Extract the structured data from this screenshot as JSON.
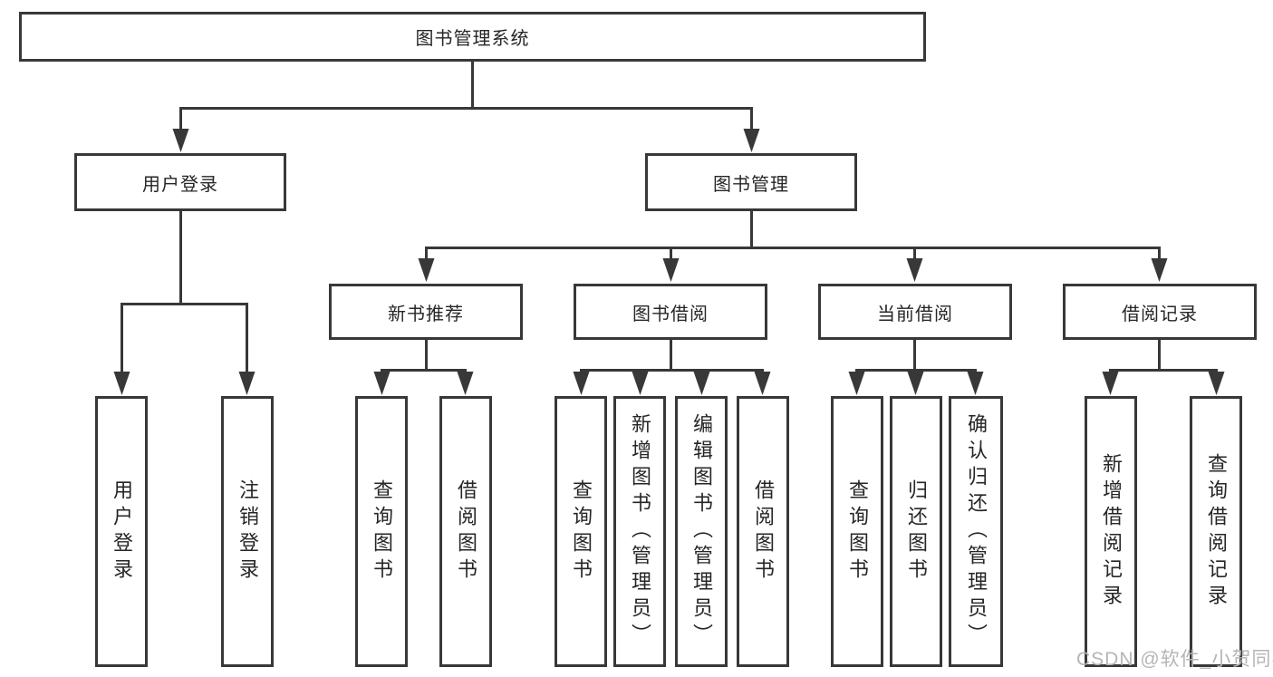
{
  "diagram_title": "图书管理系统",
  "nodes": {
    "root": "图书管理系统",
    "user_login": "用户登录",
    "book_management": "图书管理",
    "new_book_recommend": "新书推荐",
    "book_borrow": "图书借阅",
    "current_borrow": "当前借阅",
    "borrow_records": "借阅记录",
    "leaf_user_login": "用户登录",
    "leaf_logout": "注销登录",
    "leaf_newbook_query": "查询图书",
    "leaf_newbook_borrow": "借阅图书",
    "leaf_bookborrow_query": "查询图书",
    "leaf_bookborrow_add": "新增图书（管理员）",
    "leaf_bookborrow_edit": "编辑图书（管理员）",
    "leaf_bookborrow_borrow": "借阅图书",
    "leaf_current_query": "查询图书",
    "leaf_current_return": "归还图书",
    "leaf_current_confirm": "确认归还（管理员）",
    "leaf_records_add": "新增借阅记录",
    "leaf_records_query": "查询借阅记录"
  },
  "hierarchy": {
    "图书管理系统": {
      "用户登录": [
        "用户登录",
        "注销登录"
      ],
      "图书管理": {
        "新书推荐": [
          "查询图书",
          "借阅图书"
        ],
        "图书借阅": [
          "查询图书",
          "新增图书（管理员）",
          "编辑图书（管理员）",
          "借阅图书"
        ],
        "当前借阅": [
          "查询图书",
          "归还图书",
          "确认归还（管理员）"
        ],
        "借阅记录": [
          "新增借阅记录",
          "查询借阅记录"
        ]
      }
    }
  },
  "watermark": "CSDN @软件_小贺同学",
  "colors": {
    "line": "#383838",
    "text": "#262626",
    "watermark": "#b5b5b5",
    "background": "#ffffff"
  }
}
